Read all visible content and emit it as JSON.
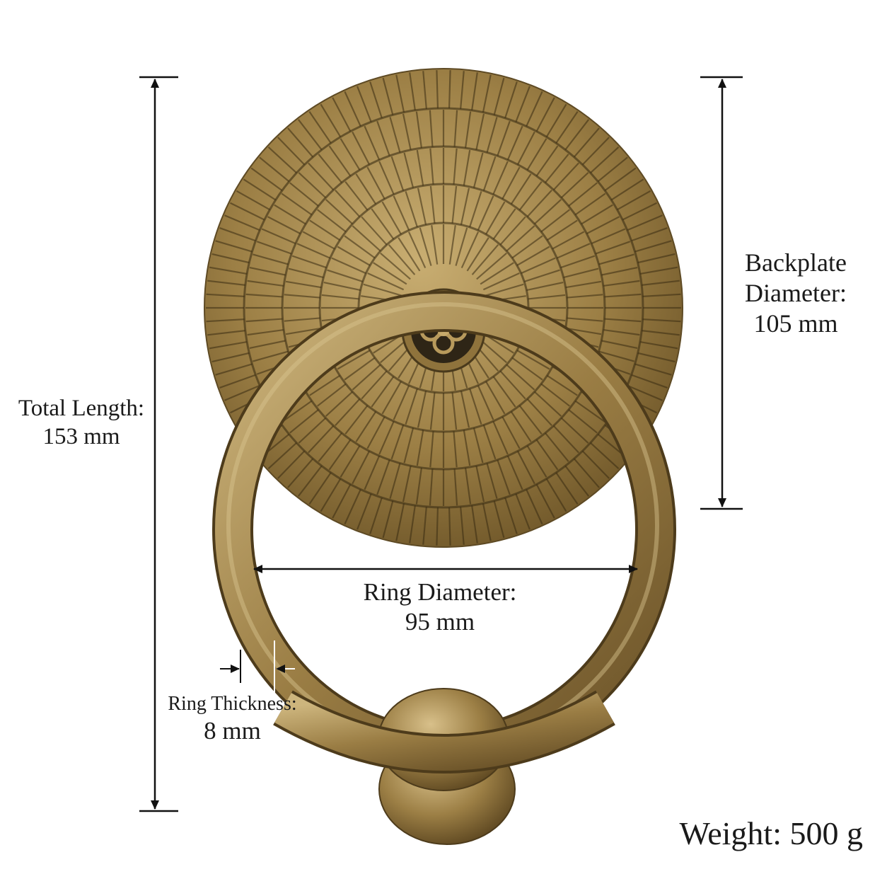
{
  "dimensions": {
    "total_length": {
      "label": "Total Length:",
      "value": "153 mm"
    },
    "backplate_diameter": {
      "label_line1": "Backplate",
      "label_line2": "Diameter:",
      "value": "105 mm"
    },
    "ring_diameter": {
      "label": "Ring Diameter:",
      "value": "95 mm"
    },
    "ring_thickness": {
      "label": "Ring Thickness:",
      "value": "8 mm"
    },
    "weight": {
      "text": "Weight: 500 g"
    }
  },
  "colors": {
    "brass_light": "#c9ae72",
    "brass_mid": "#9c7f45",
    "brass_dark": "#4a3a1c",
    "line": "#111111"
  },
  "icons": {
    "product": "door-knocker-illustration",
    "center_emblem": "quatrefoil-flower-icon"
  }
}
